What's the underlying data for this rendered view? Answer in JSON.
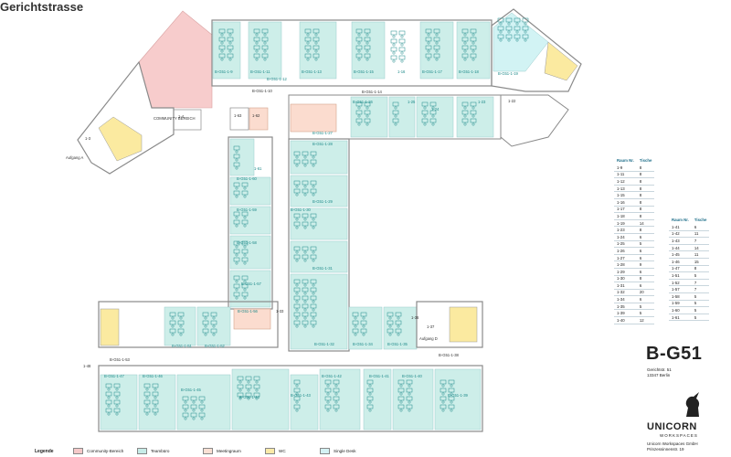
{
  "street_name": "Gerichtstrasse",
  "building_code": "B-G51",
  "address": {
    "line1": "Gerichtstr. 51",
    "line2": "13347 Berlin"
  },
  "company": {
    "brand": "UNICORN",
    "sub": "WORKSPACES",
    "name": "Unicorn Workspaces GmbH",
    "stand": "Prinzessinnenstr. 19"
  },
  "legend": {
    "title": "Legende",
    "items": [
      {
        "label": "Community-Bereich",
        "color": "#f6c9c9"
      },
      {
        "label": "Teambüro",
        "color": "#c7ece8"
      },
      {
        "label": "Meetingraum",
        "color": "#fbe0d4"
      },
      {
        "label": "WC",
        "color": "#fbeaa8"
      },
      {
        "label": "Single Desk",
        "color": "#d4f2f4"
      }
    ]
  },
  "colors": {
    "team": "#cdeee9",
    "community": "#f7cccc",
    "meeting": "#fbdccf",
    "wc": "#fbeaa0",
    "single": "#d2f3f4",
    "wall": "#8a8a8a"
  },
  "room_table_1": {
    "headers": [
      "Raum Nr.",
      "Tische"
    ],
    "rows": [
      [
        "1-9",
        "8"
      ],
      [
        "1-11",
        "8"
      ],
      [
        "1-12",
        "8"
      ],
      [
        "1-13",
        "8"
      ],
      [
        "1-15",
        "8"
      ],
      [
        "1-16",
        "8"
      ],
      [
        "1-17",
        "8"
      ],
      [
        "1-18",
        "8"
      ],
      [
        "1-19",
        "14"
      ],
      [
        "1-23",
        "8"
      ],
      [
        "1-24",
        "6"
      ],
      [
        "1-25",
        "5"
      ],
      [
        "1-26",
        "6"
      ],
      [
        "1-27",
        "6"
      ],
      [
        "1-28",
        "9"
      ],
      [
        "1-29",
        "6"
      ],
      [
        "1-30",
        "8"
      ],
      [
        "1-31",
        "6"
      ],
      [
        "1-32",
        "20"
      ],
      [
        "1-34",
        "6"
      ],
      [
        "1-35",
        "5"
      ],
      [
        "1-39",
        "5"
      ],
      [
        "1-40",
        "12"
      ]
    ]
  },
  "room_table_2": {
    "headers": [
      "Raum Nr.",
      "Tische"
    ],
    "rows": [
      [
        "1-41",
        "6"
      ],
      [
        "1-42",
        "11"
      ],
      [
        "1-43",
        "7"
      ],
      [
        "1-44",
        "14"
      ],
      [
        "1-45",
        "11"
      ],
      [
        "1-46",
        "15"
      ],
      [
        "1-47",
        "8"
      ],
      [
        "1-51",
        "5"
      ],
      [
        "1-52",
        "7"
      ],
      [
        "1-57",
        "7"
      ],
      [
        "1-58",
        "5"
      ],
      [
        "1-59",
        "5"
      ],
      [
        "1-60",
        "5"
      ],
      [
        "1-61",
        "5"
      ]
    ]
  },
  "room_labels": {
    "r9": "B-G51-1-9",
    "r11": "B-G51-1-11",
    "r12": "B-G51-1-12",
    "r13": "B-G51-1-13",
    "r15": "B-G51-1-15",
    "r16": "1-16",
    "r17": "B-G51-1-17",
    "r18": "B-G51-1-18",
    "r19": "B-G51-1-19",
    "c10": "B-G51-1-10",
    "c14": "B-G51-1-14",
    "r22": "1-22",
    "r23": "1-23",
    "r24": "1-24",
    "r25": "1-25",
    "r26": "B-G51-1-26",
    "r27": "B-G51-1-27",
    "r28": "B-G51-1-28",
    "r29": "B-G51-1-29",
    "r30": "B-G51-1-30",
    "r31": "B-G51-1-31",
    "r32": "B-G51-1-32",
    "r34": "B-G51-1-34",
    "r35": "B-G51-1-35",
    "r61": "1-61",
    "r60": "B-G51-1-60",
    "r59": "B-G51-1-59",
    "r58": "B-G51-1-58",
    "r57": "B-G51-1-57",
    "r63": "1-63",
    "r62": "1-62",
    "r4": "1-4",
    "r3": "1-3",
    "aufA": "Aufgang A",
    "aufD": "Aufgang D",
    "r51": "B-G51-1-51",
    "r52": "B-G51-1-52",
    "r56": "B-G51-1-56",
    "r33": "1-33",
    "r36": "1-36",
    "r37": "1-37",
    "r38": "B-G51-1-38",
    "c53": "B-G51-1-53",
    "r48": "1-48",
    "r47": "B-G51-1-47",
    "r46": "B-G51-1-46",
    "r45": "B-G51-1-45",
    "r44": "B-G51-1-44",
    "r43": "B-G51-1-43",
    "r42": "B-G51-1-42",
    "r41": "B-G51-1-41",
    "r40": "B-G51-1-40",
    "r39": "B-G51-1-39",
    "cb": "COMMUNITY BEREICH"
  }
}
